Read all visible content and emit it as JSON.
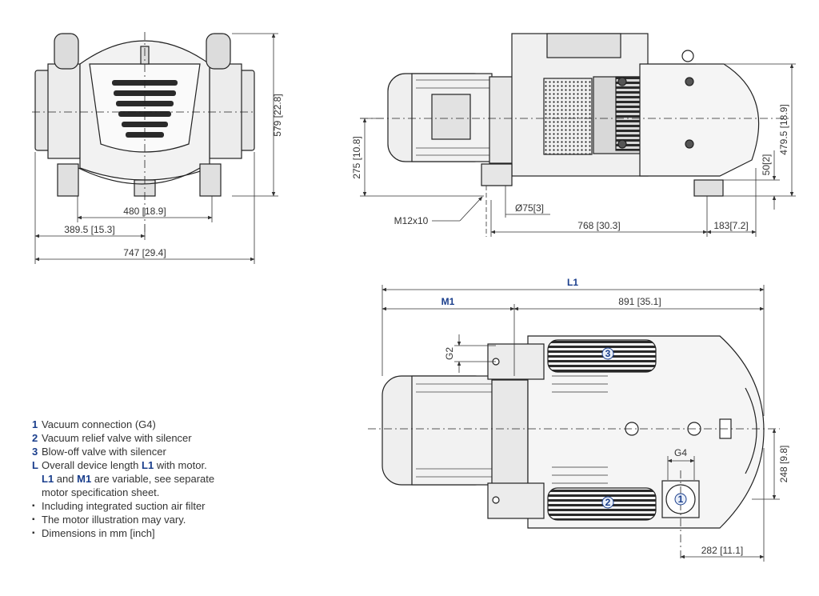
{
  "front_view": {
    "height": "579 [22.8]",
    "foot_spacing": "480 [18.9]",
    "half_width": "389.5 [15.3]",
    "overall_width": "747 [29.4]"
  },
  "side_view": {
    "axis_height": "275 [10.8]",
    "thread": "M12x10",
    "bolt_circle": "Ø75[3]",
    "flange_to_foot": "768 [30.3]",
    "foot_to_end": "183[7.2]",
    "foot_height": "50[2]",
    "overall_height": "479.5 [18.9]"
  },
  "top_view": {
    "length_label": "L1",
    "motor_label": "M1",
    "pump_length": "891 [35.1]",
    "g2": "G2",
    "g4": "G4",
    "conn_height": "248 [9.8]",
    "conn_offset": "282 [11.1]",
    "callouts": {
      "c1": "1",
      "c2": "2",
      "c3": "3"
    }
  },
  "legend": [
    {
      "key": "1",
      "text": "Vacuum connection (G4)"
    },
    {
      "key": "2",
      "text": "Vacuum relief valve with silencer"
    },
    {
      "key": "3",
      "text": "Blow-off valve with silencer"
    },
    {
      "key": "L",
      "text": "Overall device length",
      "k1": "L1",
      "text2": "with motor."
    },
    {
      "key": "",
      "k1": "L1",
      "text": "and",
      "k2": "M1",
      "text2": "are variable, see separate"
    },
    {
      "key": "",
      "text": "motor specification sheet."
    },
    {
      "key": "▪",
      "text": "Including integrated suction air filter"
    },
    {
      "key": "▪",
      "text": "The motor illustration may vary."
    },
    {
      "key": "▪",
      "text": "Dimensions in mm [inch]"
    }
  ]
}
